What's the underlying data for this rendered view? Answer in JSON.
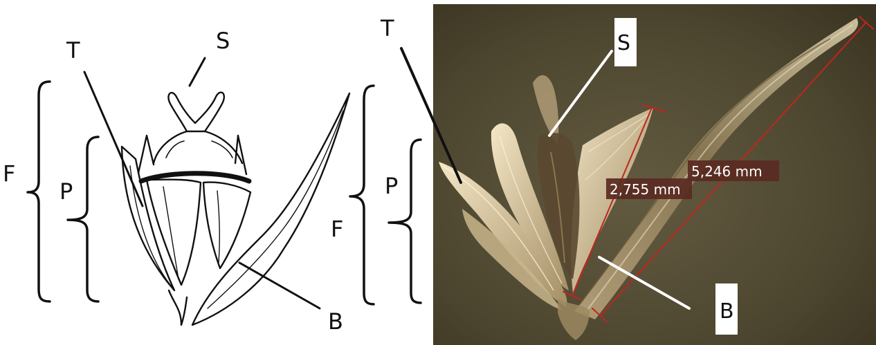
{
  "drawing": {
    "label_s": "S",
    "label_t": "T",
    "label_f": "F",
    "label_p": "P",
    "label_b": "B"
  },
  "photo": {
    "label_s": "S",
    "label_t": "T",
    "label_f": "F",
    "label_p": "P",
    "label_b": "B",
    "measurement_inner": "2,755 mm",
    "measurement_outer": "5,246 mm"
  },
  "colors": {
    "photo_background": "#4c4630",
    "measure_line": "#c0251f",
    "measure_label_bg": "#5a2a22",
    "label_box_bg": "#ffffff",
    "ink": "#111111"
  }
}
